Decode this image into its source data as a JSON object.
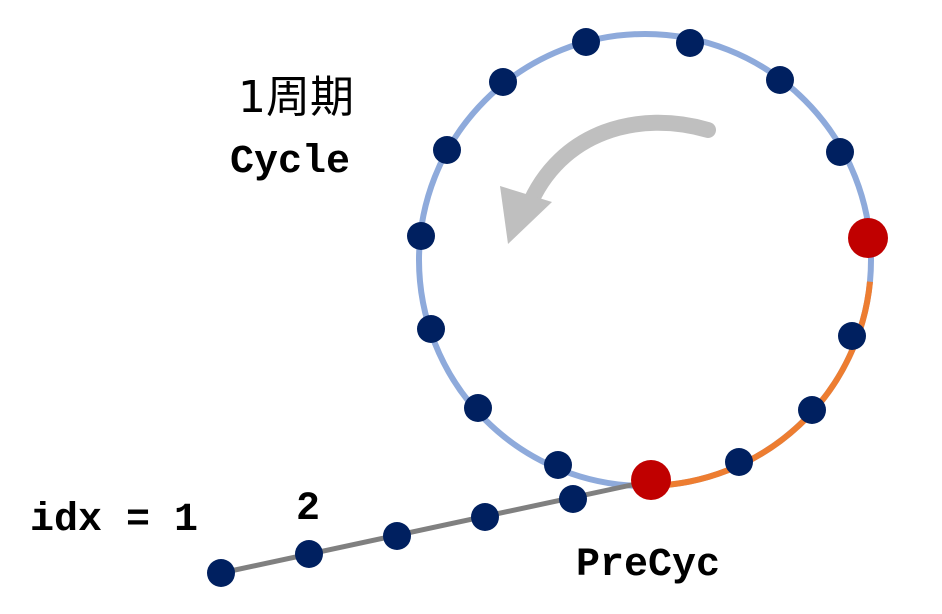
{
  "labels": {
    "period": "1周期",
    "cycle": "Cycle",
    "idx_eq": "idx = 1",
    "idx_two": "2",
    "precyc": "PreCyc"
  },
  "colors": {
    "circle": "#8eaadb",
    "precycle_arc": "#ed7d31",
    "tail_line": "#808080",
    "node": "#002060",
    "key_node": "#c00000",
    "arrow": "#bfbfbf",
    "text": "#000000"
  },
  "icons": {
    "direction": "counterclockwise-arrow-icon"
  }
}
